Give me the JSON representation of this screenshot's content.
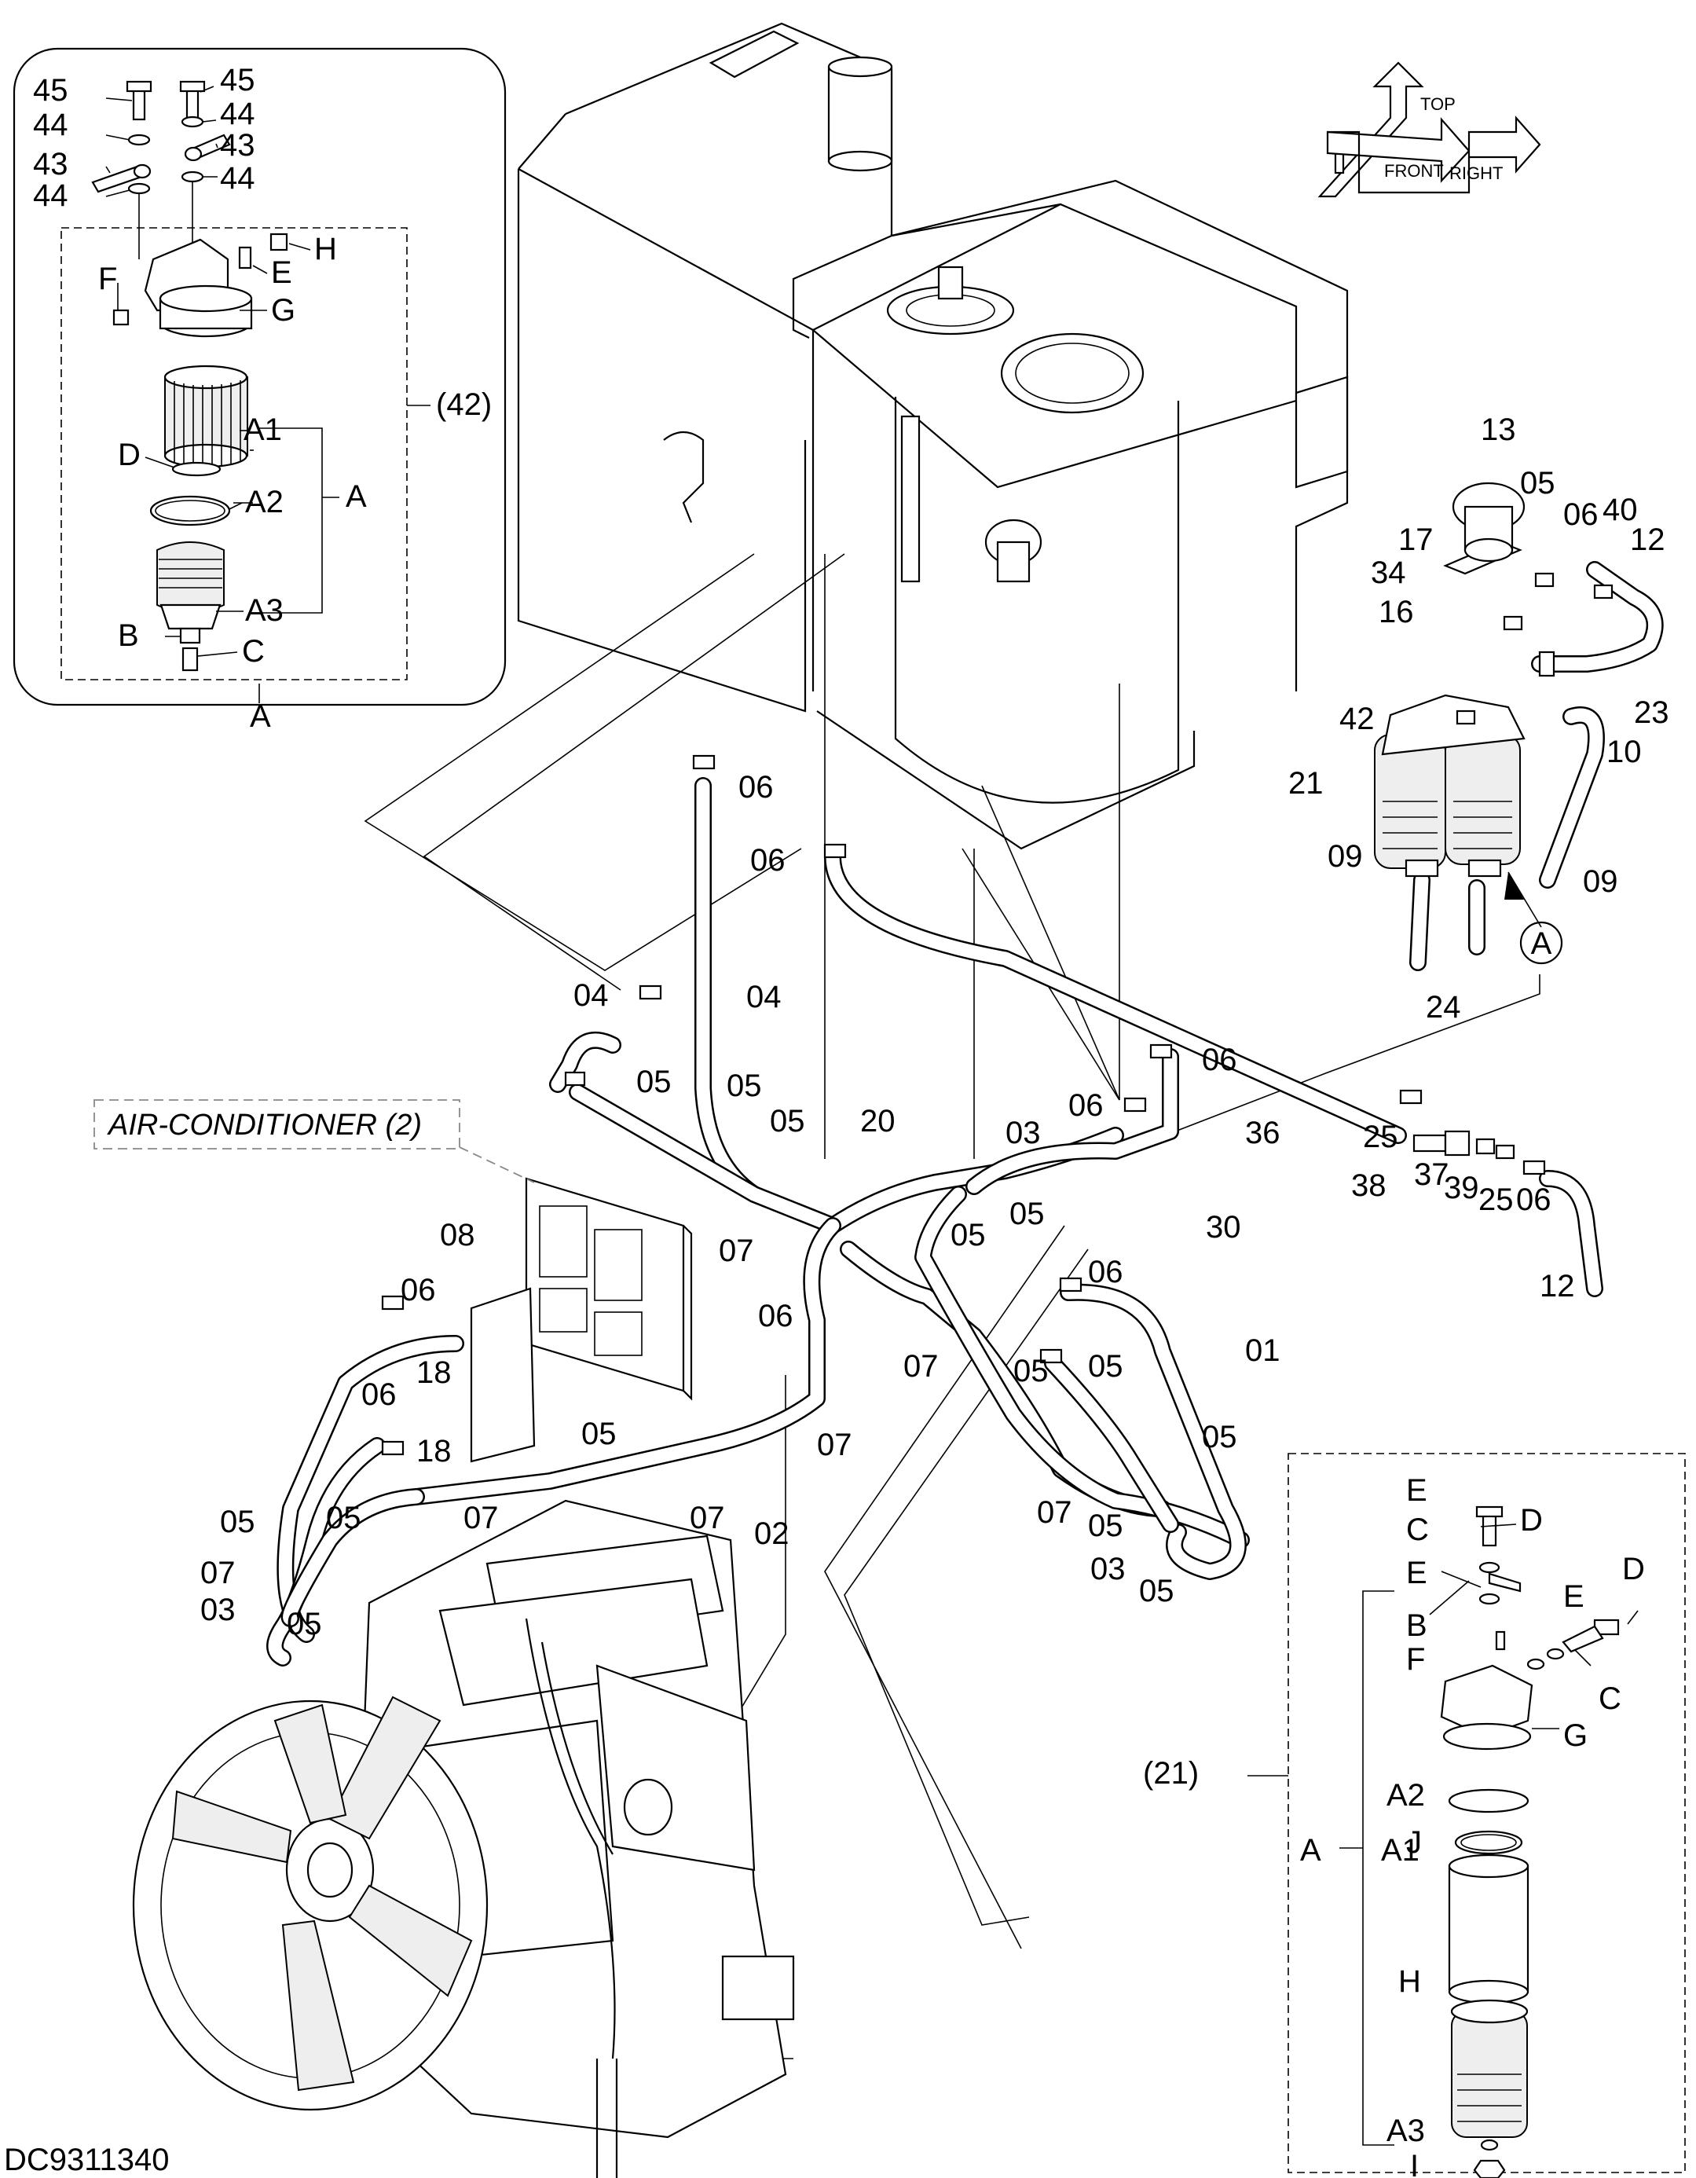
{
  "drawing_id": "DC9311340",
  "air_conditioner_note": "AIR-CONDITIONER (2)",
  "orientation": {
    "top": "TOP",
    "front": "FRONT",
    "right": "RIGHT"
  },
  "detail_a": {
    "title": "A",
    "assembly_ref": "(42)",
    "labels": [
      "45",
      "45",
      "44",
      "44",
      "43",
      "43",
      "43",
      "44",
      "44",
      "H",
      "E",
      "F",
      "G",
      "A1",
      "A",
      "D",
      "A2",
      "A3",
      "B",
      "C"
    ]
  },
  "detail_21": {
    "assembly_ref": "(21)",
    "labels": [
      "E",
      "D",
      "C",
      "E",
      "B",
      "F",
      "E",
      "D",
      "C",
      "G",
      "A2",
      "J",
      "A",
      "A1",
      "H",
      "A3",
      "I"
    ]
  },
  "part_numbers": [
    "13",
    "05",
    "06",
    "40",
    "12",
    "17",
    "34",
    "16",
    "42",
    "23",
    "21",
    "10",
    "09",
    "09",
    "24",
    "06",
    "06",
    "04",
    "05",
    "05",
    "04",
    "05",
    "20",
    "03",
    "06",
    "06",
    "36",
    "25",
    "38",
    "37",
    "39",
    "25",
    "06",
    "30",
    "12",
    "07",
    "05",
    "08",
    "06",
    "05",
    "06",
    "07",
    "01",
    "06",
    "18",
    "05",
    "06",
    "18",
    "05",
    "07",
    "02",
    "07",
    "05",
    "07",
    "05",
    "05",
    "05",
    "07",
    "05",
    "07",
    "07",
    "03",
    "05",
    "03",
    "05"
  ],
  "callout_A": "A"
}
